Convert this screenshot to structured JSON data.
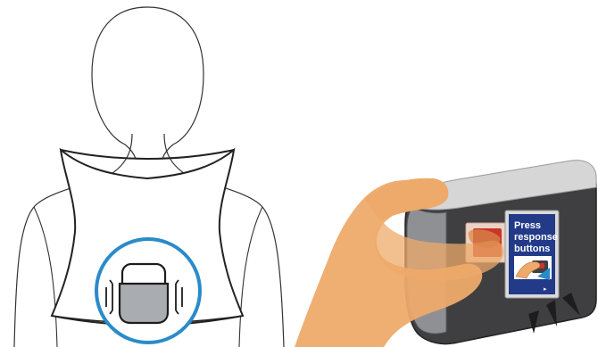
{
  "illustration": {
    "left_panel": {
      "subject": "person-back-view-wearing-harness",
      "device_icon": "vibrating-device-icon",
      "highlight_color": "#2a8bc9"
    },
    "right_panel": {
      "subject": "hand-pressing-response-button",
      "screen": {
        "line1": "Press",
        "line2": "response",
        "line3": "buttons"
      },
      "colors": {
        "device_body": "#3f3f42",
        "device_top": "#d6d6d6",
        "screen_bg": "#233a88",
        "button_red": "#c8362a",
        "skin": "#eeaa6a"
      }
    }
  }
}
